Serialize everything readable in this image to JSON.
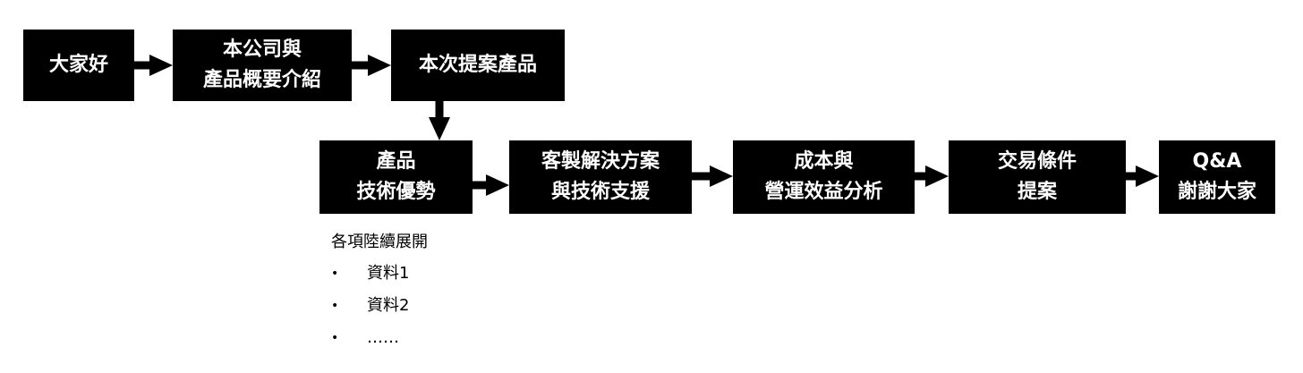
{
  "flow": {
    "boxes": [
      {
        "lines": [
          "大家好"
        ]
      },
      {
        "lines": [
          "本公司與",
          "產品概要介紹"
        ]
      },
      {
        "lines": [
          "本次提案產品"
        ]
      },
      {
        "lines": [
          "產品",
          "技術優勢"
        ]
      },
      {
        "lines": [
          "客製解決方案",
          "與技術支援"
        ]
      },
      {
        "lines": [
          "成本與",
          "營運效益分析"
        ]
      },
      {
        "lines": [
          "交易條件",
          "提案"
        ]
      },
      {
        "lines": [
          "Q&A",
          "謝謝大家"
        ]
      }
    ]
  },
  "notes": {
    "heading": "各項陸續展開",
    "bullet_symbol": "•",
    "items": [
      "資料1",
      "資料2",
      "……"
    ]
  },
  "colors": {
    "box_fill": "#000000",
    "box_text": "#ffffff",
    "arrow": "#000000"
  }
}
